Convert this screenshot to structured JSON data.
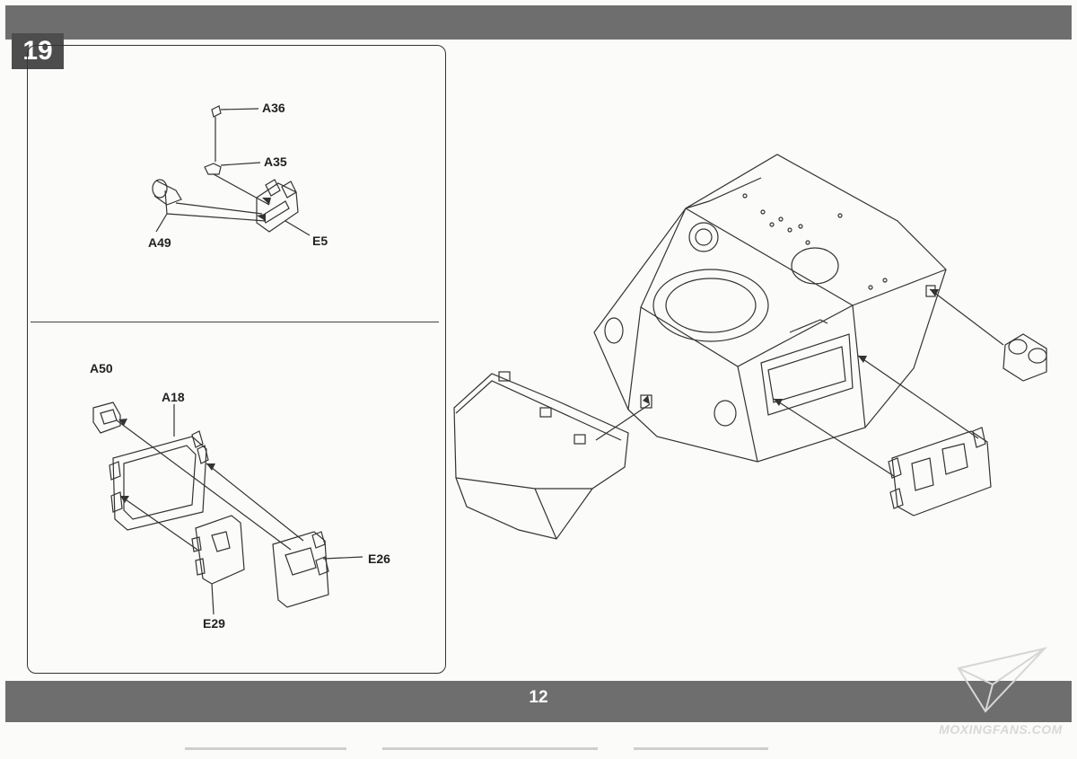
{
  "step": {
    "number": "19"
  },
  "top_panel": {
    "labels": {
      "a36": "A36",
      "a35": "A35",
      "a49": "A49",
      "e5": "E5"
    }
  },
  "bottom_panel": {
    "labels": {
      "a50": "A50",
      "a18": "A18",
      "e26": "E26",
      "e29": "E29"
    }
  },
  "page": {
    "number": "12"
  },
  "watermark": {
    "text": "MOXINGFANS.COM",
    "logo_icon": "paper-plane-icon"
  },
  "colors": {
    "band": "#6e6e6e",
    "badge": "#4d4d4d",
    "paper": "#fbfbfa",
    "line": "#333333"
  }
}
